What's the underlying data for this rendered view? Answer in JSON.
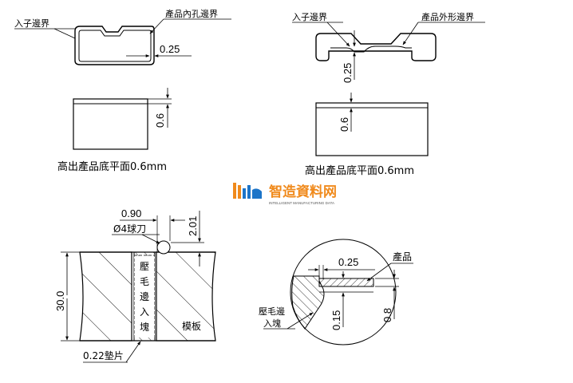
{
  "top_left": {
    "label_insert_boundary": "入子邊界",
    "label_inner_hole_boundary": "產品內孔邊界",
    "dim_025": "0.25",
    "dim_06": "0.6",
    "caption": "高出產品底平面0.6mm"
  },
  "top_right": {
    "label_insert_boundary": "入子邊界",
    "label_outer_boundary": "產品外形邊界",
    "dim_025": "0.25",
    "dim_06": "0.6",
    "caption": "高出產品底平面0.6mm"
  },
  "logo": {
    "name_cn": "智造資料网",
    "name_en": "INTELLIGENT MANUFACTURING DATA",
    "color_orange": "#f08a1c",
    "color_blue": "#1c74c8"
  },
  "bottom_left": {
    "dim_090": "0.90",
    "dim_201": "2.01",
    "ball_cutter": "Ø4球刀",
    "dim_300": "30.0",
    "insert_chars": [
      "壓",
      "毛",
      "邊",
      "入",
      "塊"
    ],
    "label_template": "模板",
    "shim_label": "0.22墊片"
  },
  "bottom_right": {
    "dim_025": "0.25",
    "label_product": "產品",
    "label_insert_line1": "壓毛邊",
    "label_insert_line2": "入塊",
    "dim_015": "0.15",
    "dim_08": "0.8"
  }
}
